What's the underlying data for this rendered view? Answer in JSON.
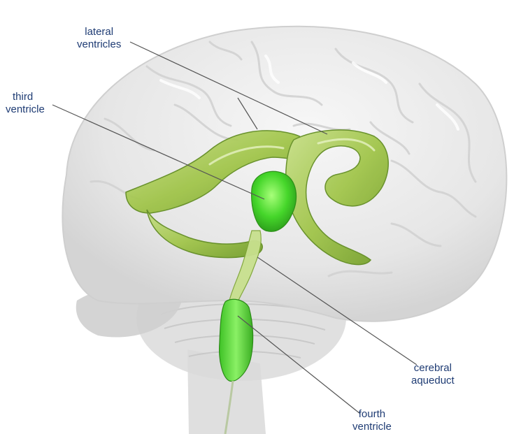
{
  "labels": {
    "lateral_ventricles": {
      "line1": "lateral",
      "line2": "ventricles"
    },
    "third_ventricle": {
      "line1": "third",
      "line2": "ventricle"
    },
    "cerebral_aqueduct": {
      "line1": "cerebral",
      "line2": "aqueduct"
    },
    "fourth_ventricle": {
      "line1": "fourth",
      "line2": "ventricle"
    }
  },
  "colors": {
    "label_text": "#1f3c74",
    "leader_line": "#555555",
    "brain_fill": "#e9e9e9",
    "ventricle_green": "#9bc63a",
    "ventricle_bright": "#5fe03a"
  }
}
